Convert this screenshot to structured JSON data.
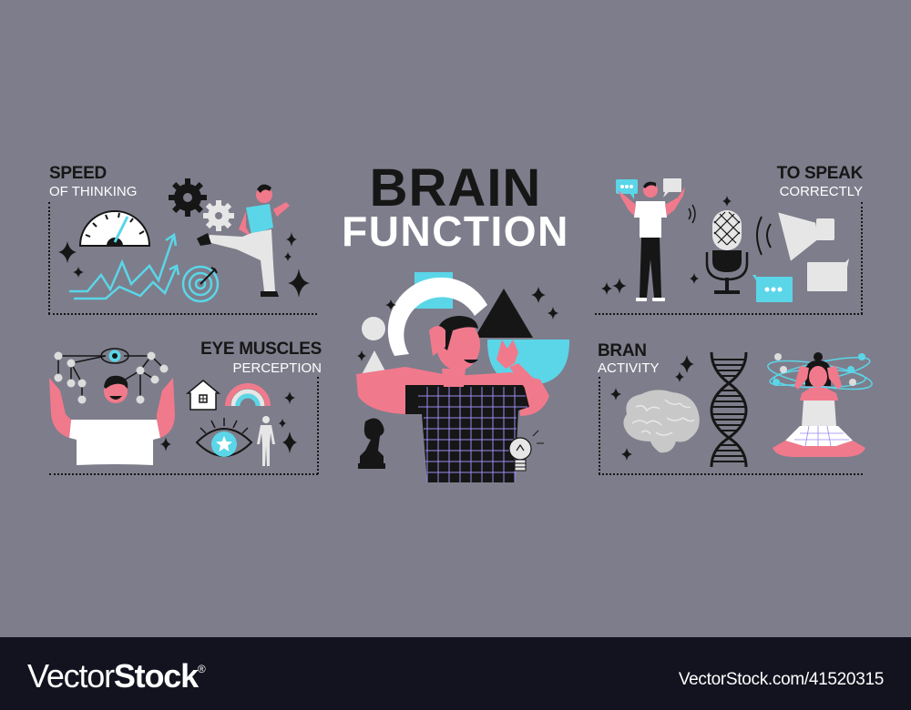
{
  "title": {
    "line1": "BRAIN",
    "line2": "FUNCTION"
  },
  "sections": {
    "speed": {
      "heading": "SPEED",
      "subheading": "OF THINKING"
    },
    "speak": {
      "heading": "TO SPEAK",
      "subheading": "CORRECTLY"
    },
    "eye": {
      "heading": "EYE MUSCLES",
      "subheading": "PERCEPTION"
    },
    "activity": {
      "heading": "BRAN",
      "subheading": "ACTIVITY"
    }
  },
  "icons": {
    "speed": [
      "gear-icon",
      "speedometer-icon",
      "trend-arrows-icon",
      "target-icon",
      "running-man"
    ],
    "speak": [
      "speech-bubble-icon",
      "microphone-icon",
      "megaphone-icon",
      "sound-waves-icon"
    ],
    "eye": [
      "eye-icon",
      "house-icon",
      "rainbow-icon",
      "human-figure-icon",
      "neural-network-icon"
    ],
    "activity": [
      "brain-icon",
      "dna-icon",
      "meditating-woman",
      "orbit-icon"
    ],
    "center": [
      "chess-knight-icon",
      "lightbulb-icon",
      "triangle-shape",
      "circle-shape",
      "arc-shape"
    ]
  },
  "colors": {
    "background": "#7e7d8b",
    "footer": "#12131f",
    "accent_cyan": "#5ad6e8",
    "skin_pink": "#f07a8c",
    "dark": "#161616",
    "light_gray": "#e6e6e6"
  },
  "footer": {
    "brand_light": "Vector",
    "brand_bold": "Stock",
    "registered": "®",
    "url": "VectorStock.com/41520315"
  }
}
